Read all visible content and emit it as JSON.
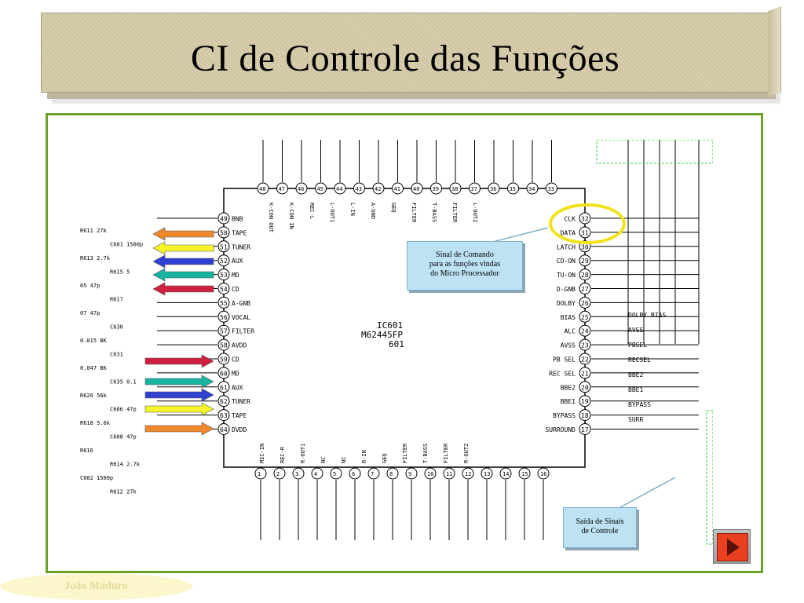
{
  "slide": {
    "title": "CI de Controle das Funções",
    "author": "João Maduro"
  },
  "callouts": {
    "command": [
      "Sinal de Comando",
      "para as funções vindas",
      "do Micro Processador"
    ],
    "output": [
      "Saída de Sinais",
      "de Controle"
    ]
  },
  "chip": {
    "ref": "IC601",
    "part": "M62445FP",
    "label": "601"
  },
  "pins_left": [
    {
      "n": "49",
      "label": "BNB"
    },
    {
      "n": "50",
      "label": "TAPE"
    },
    {
      "n": "51",
      "label": "TUNER"
    },
    {
      "n": "52",
      "label": "AUX"
    },
    {
      "n": "53",
      "label": "MD"
    },
    {
      "n": "54",
      "label": "CD"
    },
    {
      "n": "55",
      "label": "A-GNB"
    },
    {
      "n": "56",
      "label": "VOCAL"
    },
    {
      "n": "57",
      "label": "FILTER"
    },
    {
      "n": "58",
      "label": "AVDD"
    },
    {
      "n": "59",
      "label": "CD"
    },
    {
      "n": "60",
      "label": "MD"
    },
    {
      "n": "61",
      "label": "AUX"
    },
    {
      "n": "62",
      "label": "TUNER"
    },
    {
      "n": "63",
      "label": "TAPE"
    },
    {
      "n": "64",
      "label": "DVDD"
    }
  ],
  "pins_right": [
    {
      "n": "32",
      "label": "CLK"
    },
    {
      "n": "31",
      "label": "DATA"
    },
    {
      "n": "30",
      "label": "LATCH"
    },
    {
      "n": "29",
      "label": "CD-ON"
    },
    {
      "n": "28",
      "label": "TU-ON"
    },
    {
      "n": "27",
      "label": "D-GNB"
    },
    {
      "n": "26",
      "label": "DOLBY"
    },
    {
      "n": "25",
      "label": "BIAS"
    },
    {
      "n": "24",
      "label": "ALC"
    },
    {
      "n": "23",
      "label": "AVSS"
    },
    {
      "n": "22",
      "label": "PB SEL"
    },
    {
      "n": "21",
      "label": "REC SEL"
    },
    {
      "n": "20",
      "label": "BBE2"
    },
    {
      "n": "19",
      "label": "BBE1"
    },
    {
      "n": "18",
      "label": "BYPASS"
    },
    {
      "n": "17",
      "label": "SURROUND"
    }
  ],
  "pins_top": [
    "48",
    "47",
    "46",
    "45",
    "44",
    "43",
    "42",
    "41",
    "40",
    "39",
    "38",
    "37",
    "36",
    "35",
    "34",
    "33"
  ],
  "pins_bottom": [
    "1",
    "2",
    "3",
    "4",
    "5",
    "6",
    "7",
    "8",
    "9",
    "10",
    "11",
    "12",
    "13",
    "14",
    "15",
    "16"
  ],
  "labels_top": [
    "K-CON OUT",
    "K-CON IN",
    "REC-L",
    "L-OUT1",
    "L-IN",
    "A-GND",
    "GEQ",
    "FILTER",
    "T-BASS",
    "FILTER",
    "L-OUT2"
  ],
  "labels_bottom": [
    "MIC-IN",
    "REC-R",
    "R-OUT1",
    "NC",
    "NC",
    "R-IN",
    "GEQ",
    "FILTER",
    "T-BASS",
    "FILTER",
    "R-OUT2"
  ],
  "right_nets": [
    "DOLBY BIAS",
    "AVSS",
    "PBSEL",
    "RECSEL",
    "BBE2",
    "BBE1",
    "BYPASS",
    "SURR"
  ],
  "left_parts": [
    "R611 27k",
    "C601 1500p",
    "R613 2.7k",
    "R615 5",
    "05 47p",
    "R617",
    "07 47p",
    "C630",
    "0.015 BK",
    "C631",
    "0.047 BK",
    "C635 0.1",
    "R620 56k",
    "C606 47p",
    "R618 5.6k",
    "C608 47p",
    "R616",
    "R614 2.7k",
    "C602 1500p",
    "R612 27k"
  ],
  "colors": {
    "frame": "#6aa12b",
    "callout_ellipse": "#f2e21a",
    "arrow_orange": "#f0882c",
    "arrow_yellow": "#f5f52a",
    "arrow_blue": "#3040d0",
    "arrow_teal": "#18b4a0",
    "arrow_red": "#d02040",
    "button": "#e84020"
  }
}
